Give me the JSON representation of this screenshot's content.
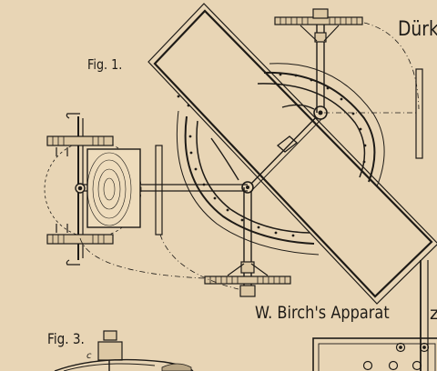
{
  "plate": {
    "heading_fragment": "Dürk",
    "figure_1_label": "Fig. 1.",
    "figure_3_label": "Fig. 3.",
    "caption": "W. Birch's Apparat",
    "part_label_c": "c",
    "cut_off_letter": "z"
  },
  "colors": {
    "paper": "#e8d5b5",
    "ink": "#1e1b17",
    "fill_plate": "#ddc8a4",
    "wood_grain": "#eedcbc"
  }
}
